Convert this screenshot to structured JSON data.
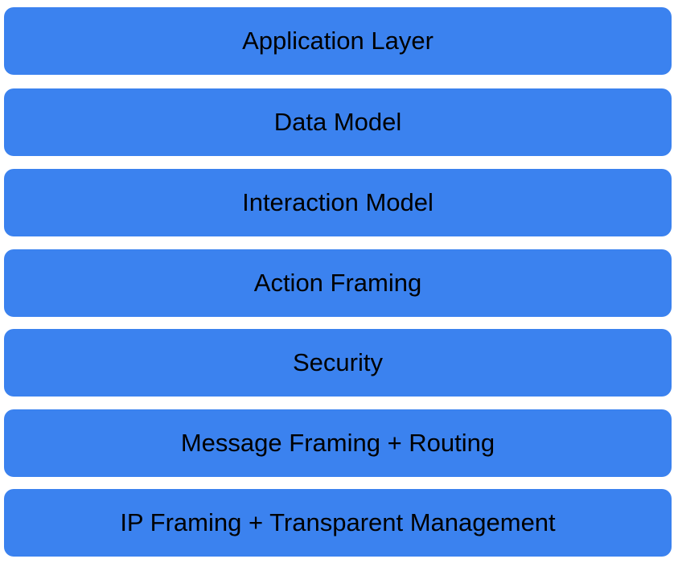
{
  "colors": {
    "layer_fill": "#3b82ef",
    "label_text": "#000000",
    "background": "#ffffff"
  },
  "layers": [
    {
      "label": "Application Layer"
    },
    {
      "label": "Data Model"
    },
    {
      "label": "Interaction Model"
    },
    {
      "label": "Action Framing"
    },
    {
      "label": "Security"
    },
    {
      "label": "Message Framing + Routing"
    },
    {
      "label": "IP Framing + Transparent Management"
    }
  ]
}
